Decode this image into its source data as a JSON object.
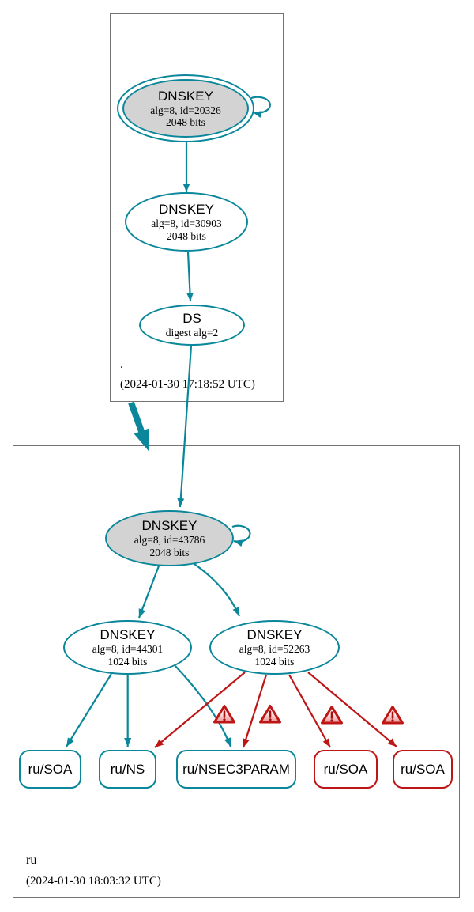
{
  "diagram": {
    "type": "dnssec-authentication-chain",
    "tool_style": "dnsviz"
  },
  "colors": {
    "secure": "#0a879a",
    "bogus": "#be1515",
    "ksk_fill": "#d3d3d3",
    "zone_border": "#737373"
  },
  "icons": {
    "warning": "exclamation-triangle"
  },
  "zones": [
    {
      "name": ".",
      "timestamp": "(2024-01-30 17:18:52 UTC)",
      "nodes": {
        "ksk": {
          "title": "DNSKEY",
          "alg": "alg=8, id=20326",
          "bits": "2048 bits"
        },
        "zsk": {
          "title": "DNSKEY",
          "alg": "alg=8, id=30903",
          "bits": "2048 bits"
        },
        "ds": {
          "title": "DS",
          "detail": "digest alg=2"
        }
      }
    },
    {
      "name": "ru",
      "timestamp": "(2024-01-30 18:03:32 UTC)",
      "nodes": {
        "ksk": {
          "title": "DNSKEY",
          "alg": "alg=8, id=43786",
          "bits": "2048 bits"
        },
        "zsk1": {
          "title": "DNSKEY",
          "alg": "alg=8, id=44301",
          "bits": "1024 bits"
        },
        "zsk2": {
          "title": "DNSKEY",
          "alg": "alg=8, id=52263",
          "bits": "1024 bits"
        }
      },
      "rrsets": [
        {
          "label": "ru/SOA",
          "status": "secure"
        },
        {
          "label": "ru/NS",
          "status": "secure"
        },
        {
          "label": "ru/NSEC3PARAM",
          "status": "secure"
        },
        {
          "label": "ru/SOA",
          "status": "bogus"
        },
        {
          "label": "ru/SOA",
          "status": "bogus"
        }
      ]
    }
  ]
}
